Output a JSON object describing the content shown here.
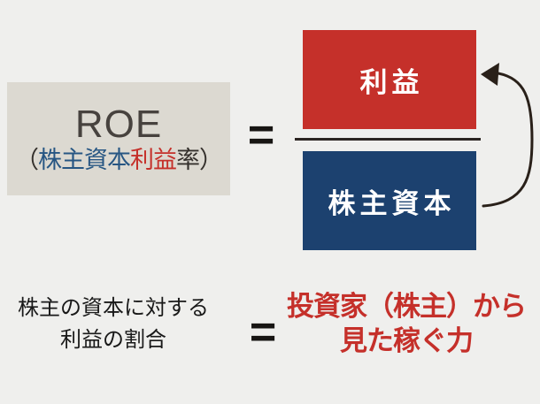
{
  "colors": {
    "background": "#efefed",
    "panel": "#dcd9d1",
    "brand_red": "#c5302a",
    "brand_navy": "#1c416f",
    "blue_text": "#275683",
    "roe_text": "#47423e",
    "text_dark": "#35312d",
    "text_black": "#191919",
    "divider": "#2b2421",
    "arrow": "#292019"
  },
  "definition": {
    "title": "ROE",
    "subtitle_open_paren": "（",
    "subtitle_blue_part": "株主資本",
    "subtitle_red_part": "利益",
    "subtitle_close_part": "率）"
  },
  "equation": {
    "equals_top": "=",
    "numerator_label": "利益",
    "denominator_label": "株主資本"
  },
  "icons": {
    "cycle_arrow": "curved-arrow-counterclockwise-up"
  },
  "summary": {
    "left_line1": "株主の資本に対する",
    "left_line2": "利益の割合",
    "equals": "=",
    "right_line1": "投資家（株主）から",
    "right_line2": "見た稼ぐ力"
  }
}
